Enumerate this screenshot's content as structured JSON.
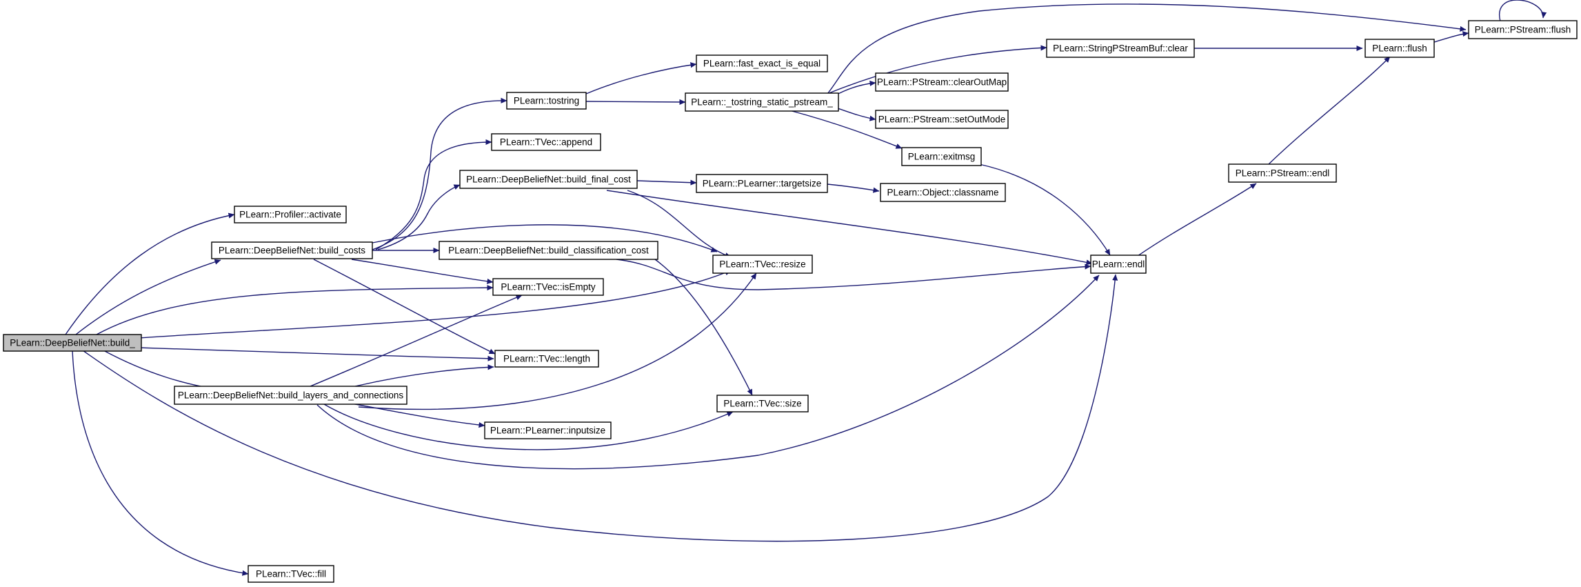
{
  "colors": {
    "edge": "#191970",
    "node_border": "#000000",
    "root_fill": "#bfbfbf",
    "node_fill": "#ffffff"
  },
  "nodes": {
    "build": "PLearn::DeepBeliefNet::build_",
    "activate": "PLearn::Profiler::activate",
    "build_costs": "PLearn::DeepBeliefNet::build_costs",
    "build_layers": "PLearn::DeepBeliefNet::build_layers_and_connections",
    "fill": "PLearn::TVec::fill",
    "tostring": "PLearn::tostring",
    "append": "PLearn::TVec::append",
    "build_final_cost": "PLearn::DeepBeliefNet::build_final_cost",
    "build_class_cost": "PLearn::DeepBeliefNet::build_classification_cost",
    "isEmpty": "PLearn::TVec::isEmpty",
    "length": "PLearn::TVec::length",
    "inputsize": "PLearn::PLearner::inputsize",
    "fast_exact": "PLearn::fast_exact_is_equal",
    "tostring_static": "PLearn::_tostring_static_pstream_",
    "targetsize": "PLearn::PLearner::targetsize",
    "resize": "PLearn::TVec::resize",
    "size": "PLearn::TVec::size",
    "sps_clear": "PLearn::StringPStreamBuf::clear",
    "clearOutMap": "PLearn::PStream::clearOutMap",
    "setOutMode": "PLearn::PStream::setOutMode",
    "exitmsg": "PLearn::exitmsg",
    "classname": "PLearn::Object::classname",
    "endl": "PLearn::endl",
    "ps_endl": "PLearn::PStream::endl",
    "flush": "PLearn::flush",
    "ps_flush": "PLearn::PStream::flush"
  }
}
